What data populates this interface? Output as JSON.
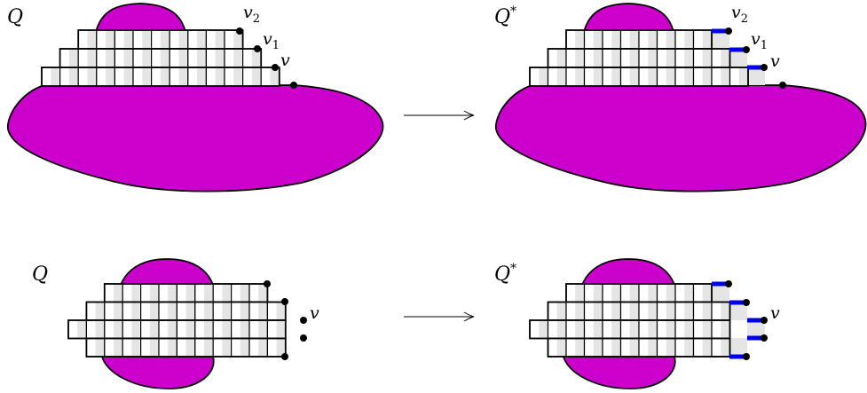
{
  "labels": {
    "q": "Q",
    "q_star": "Q",
    "star": "*",
    "v": "v",
    "v1_base": "v",
    "v1_sub": "1",
    "v2_base": "v",
    "v2_sub": "2"
  },
  "colors": {
    "region": "#cc00cc",
    "cell_shade": "#e5e5e5",
    "stroke": "#000000",
    "highlight": "#0000ee",
    "background": "#ffffff"
  }
}
